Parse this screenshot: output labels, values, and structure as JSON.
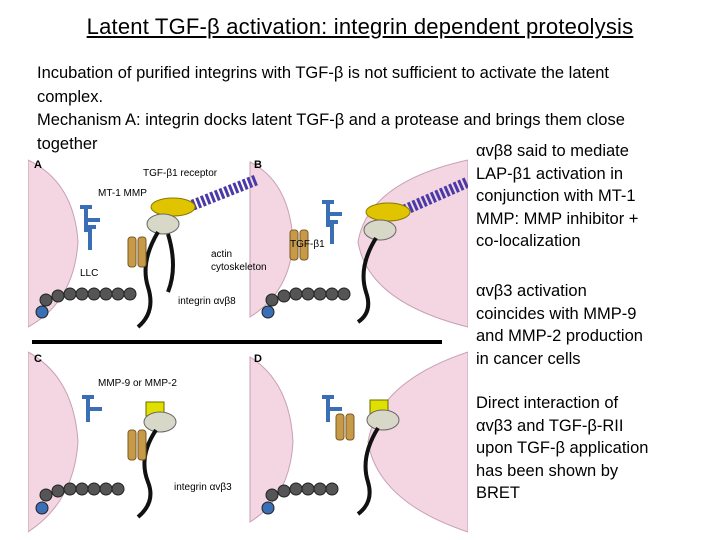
{
  "slide": {
    "title": "Latent TGF-β activation: integrin dependent proteolysis",
    "intro_lines": [
      "Incubation of purified integrins with TGF-β is not sufficient to activate the latent",
      "complex.",
      "Mechanism A: integrin docks latent TGF-β and a protease and brings them close",
      "together"
    ],
    "side_notes": {
      "note1": [
        "αvβ8 said to mediate",
        "LAP-β1 activation in",
        "conjunction with MT-1",
        "MMP: MMP inhibitor +",
        "co-localization"
      ],
      "note2": [
        "αvβ3 activation",
        "coincides with MMP-9",
        "and MMP-2 production",
        "in cancer cells"
      ],
      "note3": [
        "Direct interaction of",
        "αvβ3 and TGF-β-RII",
        "upon TGF-β application",
        "has been shown by",
        "BRET"
      ]
    }
  },
  "figure": {
    "panel_labels": [
      "A",
      "B",
      "C",
      "D"
    ],
    "labels": {
      "receptor": "TGF-β1 receptor",
      "mt1mmp": "MT-1 MMP",
      "actin": "actin",
      "cytoskeleton": "cytoskeleton",
      "llc": "LLC",
      "integrin_b8": "integrin αvβ8",
      "tgfb1": "TGF-β1",
      "mmp": "MMP-9 or MMP-2",
      "integrin_b3": "integrin αvβ3"
    },
    "colors": {
      "cell": "#f3d6e2",
      "receptor": "#3a6fb5",
      "protease": "#e0c400",
      "actin": "#4a3aa8",
      "ligand": "#c79a4a",
      "bead": "#555555"
    }
  }
}
